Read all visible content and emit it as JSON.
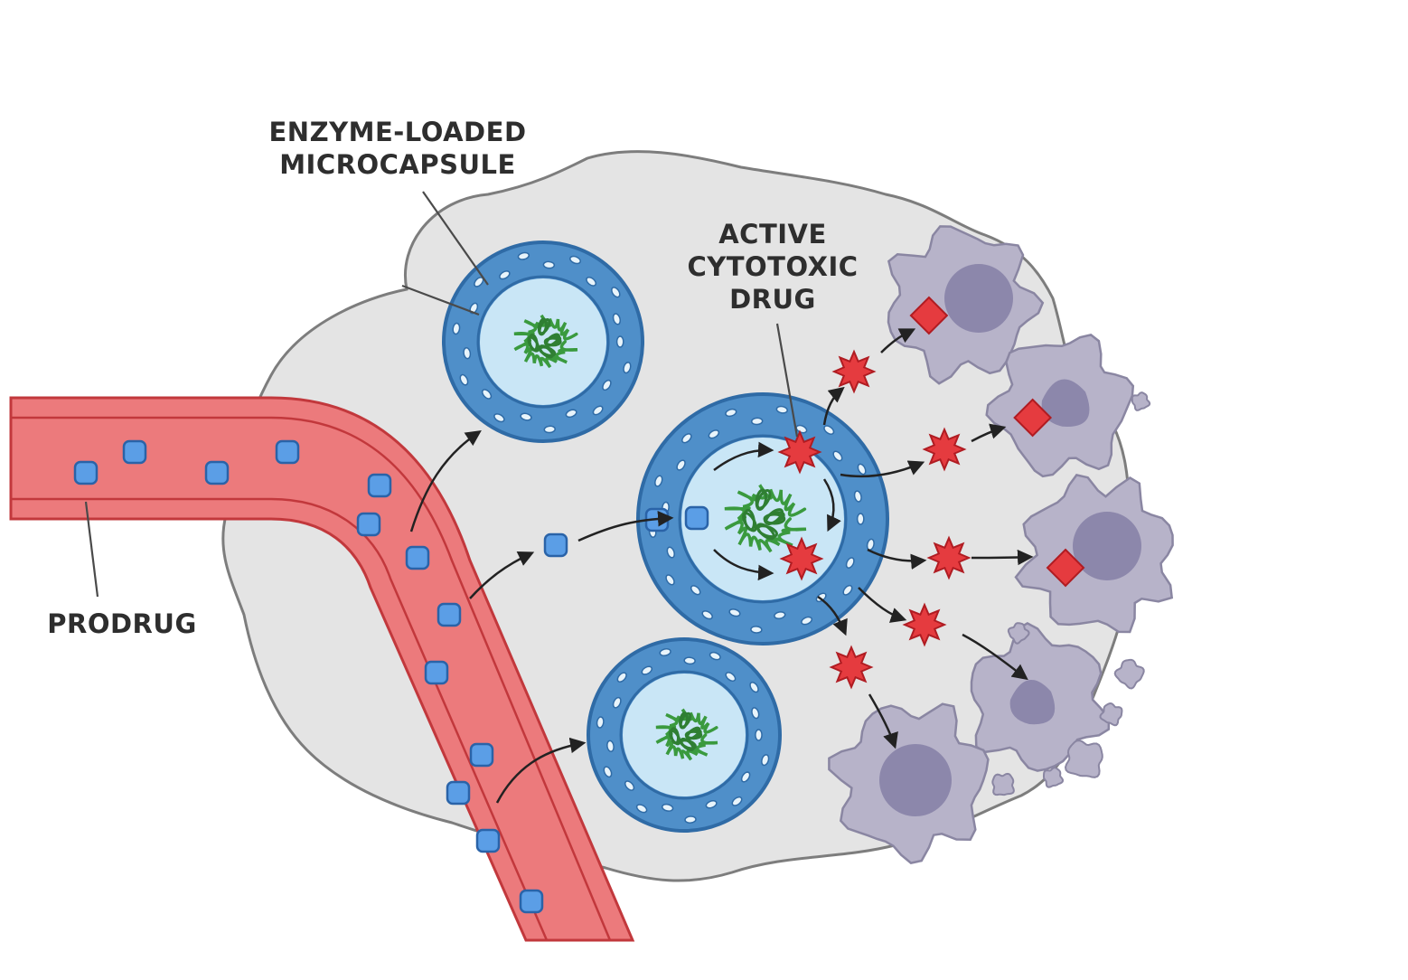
{
  "labels": {
    "enzyme_capsule": [
      "ENZYME-LOADED",
      "MICROCAPSULE"
    ],
    "active_drug": [
      "ACTIVE",
      "CYTOTOXIC",
      "DRUG"
    ],
    "prodrug": "PRODRUG"
  },
  "colors": {
    "tissue_fill": "#e4e4e4",
    "tissue_stroke": "#7d7d7d",
    "vessel_fill": "#ec7a7c",
    "vessel_stroke": "#c2383c",
    "vessel_highlight": "#f7a3a3",
    "capsule_shell": "#4f8fc9",
    "capsule_stroke": "#2f6ba6",
    "capsule_core": "#c9e6f6",
    "enzyme_green": "#3a9a3e",
    "prodrug_fill": "#5b9ee6",
    "prodrug_stroke": "#2a63a8",
    "drug_red": "#e53b3f",
    "drug_stroke": "#b01c22",
    "cell_fill": "#b7b3c9",
    "cell_stroke": "#8a86a2",
    "nucleus_fill": "#8c87ab",
    "arrow": "#222222"
  },
  "icons": [
    "enzyme-protein-icon",
    "prodrug-square-icon",
    "cytotoxic-drug-star-icon",
    "tumor-cell-icon"
  ]
}
